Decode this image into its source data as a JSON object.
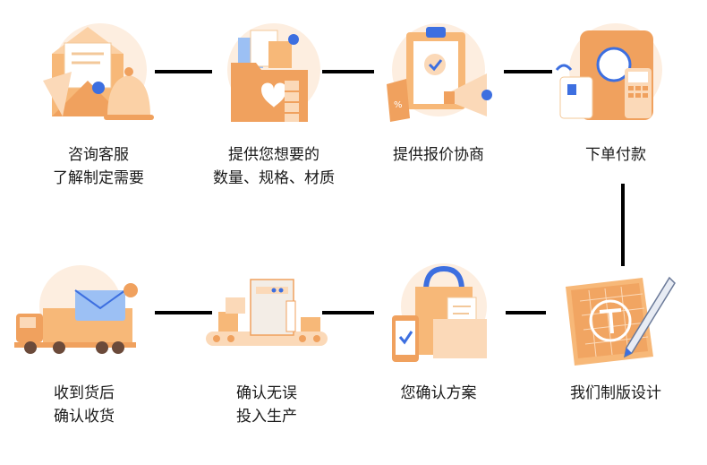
{
  "steps": [
    {
      "id": "consult",
      "lines": [
        "咨询客服",
        "了解制定需要"
      ],
      "icon": "mail-bell-icon"
    },
    {
      "id": "provide",
      "lines": [
        "提供您想要的",
        "数量、规格、材质"
      ],
      "icon": "folder-heart-icon"
    },
    {
      "id": "quote",
      "lines": [
        "提供报价协商"
      ],
      "icon": "clipboard-megaphone-icon"
    },
    {
      "id": "pay",
      "lines": [
        "下单付款"
      ],
      "icon": "pos-terminal-icon"
    },
    {
      "id": "design",
      "lines": [
        "我们制版设计"
      ],
      "icon": "blueprint-pen-icon"
    },
    {
      "id": "confirm",
      "lines": [
        "您确认方案"
      ],
      "icon": "shopping-bag-receipt-icon"
    },
    {
      "id": "produce",
      "lines": [
        "确认无误",
        "投入生产"
      ],
      "icon": "factory-conveyor-icon"
    },
    {
      "id": "receive",
      "lines": [
        "收到货后",
        "确认收货"
      ],
      "icon": "delivery-truck-icon"
    }
  ],
  "colors": {
    "orange": "#f0a15e",
    "light_orange": "#fbd9b8",
    "peach_bg": "#fdeee0",
    "blue": "#3d6fe0",
    "light_blue": "#9cc0f4",
    "connector": "#000000"
  }
}
